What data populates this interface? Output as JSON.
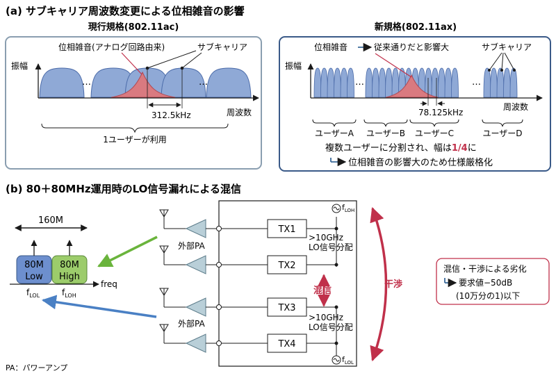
{
  "section_a": {
    "title": "(a) サブキャリア周波数変更による位相雑音の影響",
    "left": {
      "heading": "現行規格(802.11ac)",
      "y_label": "振幅",
      "phase_noise_label": "位相雑音(アナログ回路由来)",
      "subcarrier_label": "サブキャリア",
      "spacing_label": "312.5kHz",
      "x_label": "周波数",
      "ellipsis": "…",
      "user_label": "1ユーザーが利用"
    },
    "right": {
      "heading": "新規格(802.11ax)",
      "y_label": "振幅",
      "phase_noise_label": "位相雑音",
      "arrow_glyph": "→",
      "phase_noise_note": "従来通りだと影響大",
      "subcarrier_label": "サブキャリア",
      "spacing_label": "78.125kHz",
      "x_label": "周波数",
      "ellipsis": "…",
      "users": [
        "ユーザーA",
        "ユーザーB",
        "ユーザーC",
        "ユーザーD"
      ],
      "note_line1_a": "複数ユーザーに分割され、幅は",
      "note_line1_b": "1/4",
      "note_line1_c": "に",
      "note_line2": "位相雑音の影響大のため仕様厳格化"
    }
  },
  "section_b": {
    "title": "(b) 80＋80MHz運用時のLO信号漏れによる混信",
    "bandwidth_label": "160M",
    "band_low_1": "80M",
    "band_low_2": "Low",
    "band_high_1": "80M",
    "band_high_2": "High",
    "freq_label": "freq",
    "flol_main": "f",
    "flol_sub": "LOL",
    "floh_main": "f",
    "floh_sub": "LOH",
    "tx_labels": [
      "TX1",
      "TX2",
      "TX3",
      "TX4"
    ],
    "pa_label": "外部PA",
    "lo_dist_1": ">10GHz",
    "lo_dist_2": "LO信号分配",
    "crosstalk_label": "混信",
    "interference_label": "干渉",
    "degradation_1": "混信・干渉による劣化",
    "degradation_2": "要求値−50dB",
    "degradation_3": "(10万分の1)以下",
    "footnote": "PA：パワーアンプ"
  },
  "colors": {
    "subcarrier_fill": "#8fa9d6",
    "subcarrier_stroke": "#4a6aa8",
    "noise_fill": "#d97a80",
    "panel_left_border": "#8a9eb0",
    "panel_right_border": "#3a5a88",
    "accent_red": "#c0304a",
    "band_low": "#6d8fce",
    "band_high": "#9ccc6b",
    "pa_fill": "#b9cfd8",
    "green_arrow": "#6ab43c",
    "blue_arrow": "#4a80c4"
  }
}
